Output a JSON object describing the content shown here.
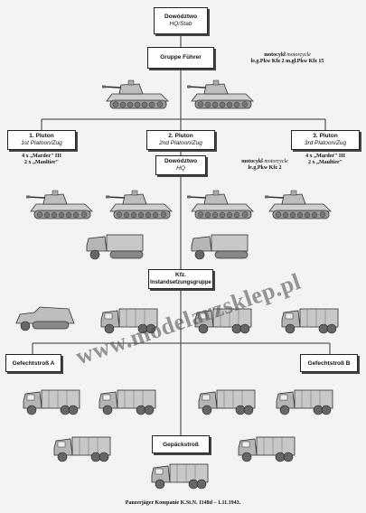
{
  "hq": {
    "title": "Dowództwo",
    "sub": "HQ/Stab"
  },
  "gruppe": {
    "title": "Gruppe Führer"
  },
  "moto_top": {
    "l1a": "motocykl ",
    "l1b": "motorcycle",
    "l2": "le.g.Pkw Kfz 2   m.gl.Pkw Kfz 15"
  },
  "platoon1": {
    "title": "1. Pluton",
    "sub": "1st Platoon/Zug",
    "line1": "4 x „Marder\" III",
    "line2": "2 x „Maultier\""
  },
  "platoon2": {
    "title": "2. Pluton",
    "sub": "2nd Platoon/Zug"
  },
  "platoon3": {
    "title": "3. Pluton",
    "sub": "3rd Platoon/Zug",
    "line1": "4 x „Marder\" III",
    "line2": "2 x „Maultier\""
  },
  "hq2": {
    "title": "Dowództwo",
    "sub": "HQ"
  },
  "moto_mid": {
    "l1a": "motocykl ",
    "l1b": "motorcycle",
    "l2": "le.g.Pkw Kfz 2"
  },
  "kfz": {
    "title": "Kfz.",
    "sub": "Instandsetzungsgruppe"
  },
  "tross_a": {
    "title": "Gefechtstroß A"
  },
  "tross_b": {
    "title": "Gefechtstroß B"
  },
  "gepack": {
    "title": "Gepäckstroß"
  },
  "watermark": "www.modelarzsklep.pl",
  "footer": "Panzerjäger Kompanie K.St.N. 1148d – 1.11.1943."
}
